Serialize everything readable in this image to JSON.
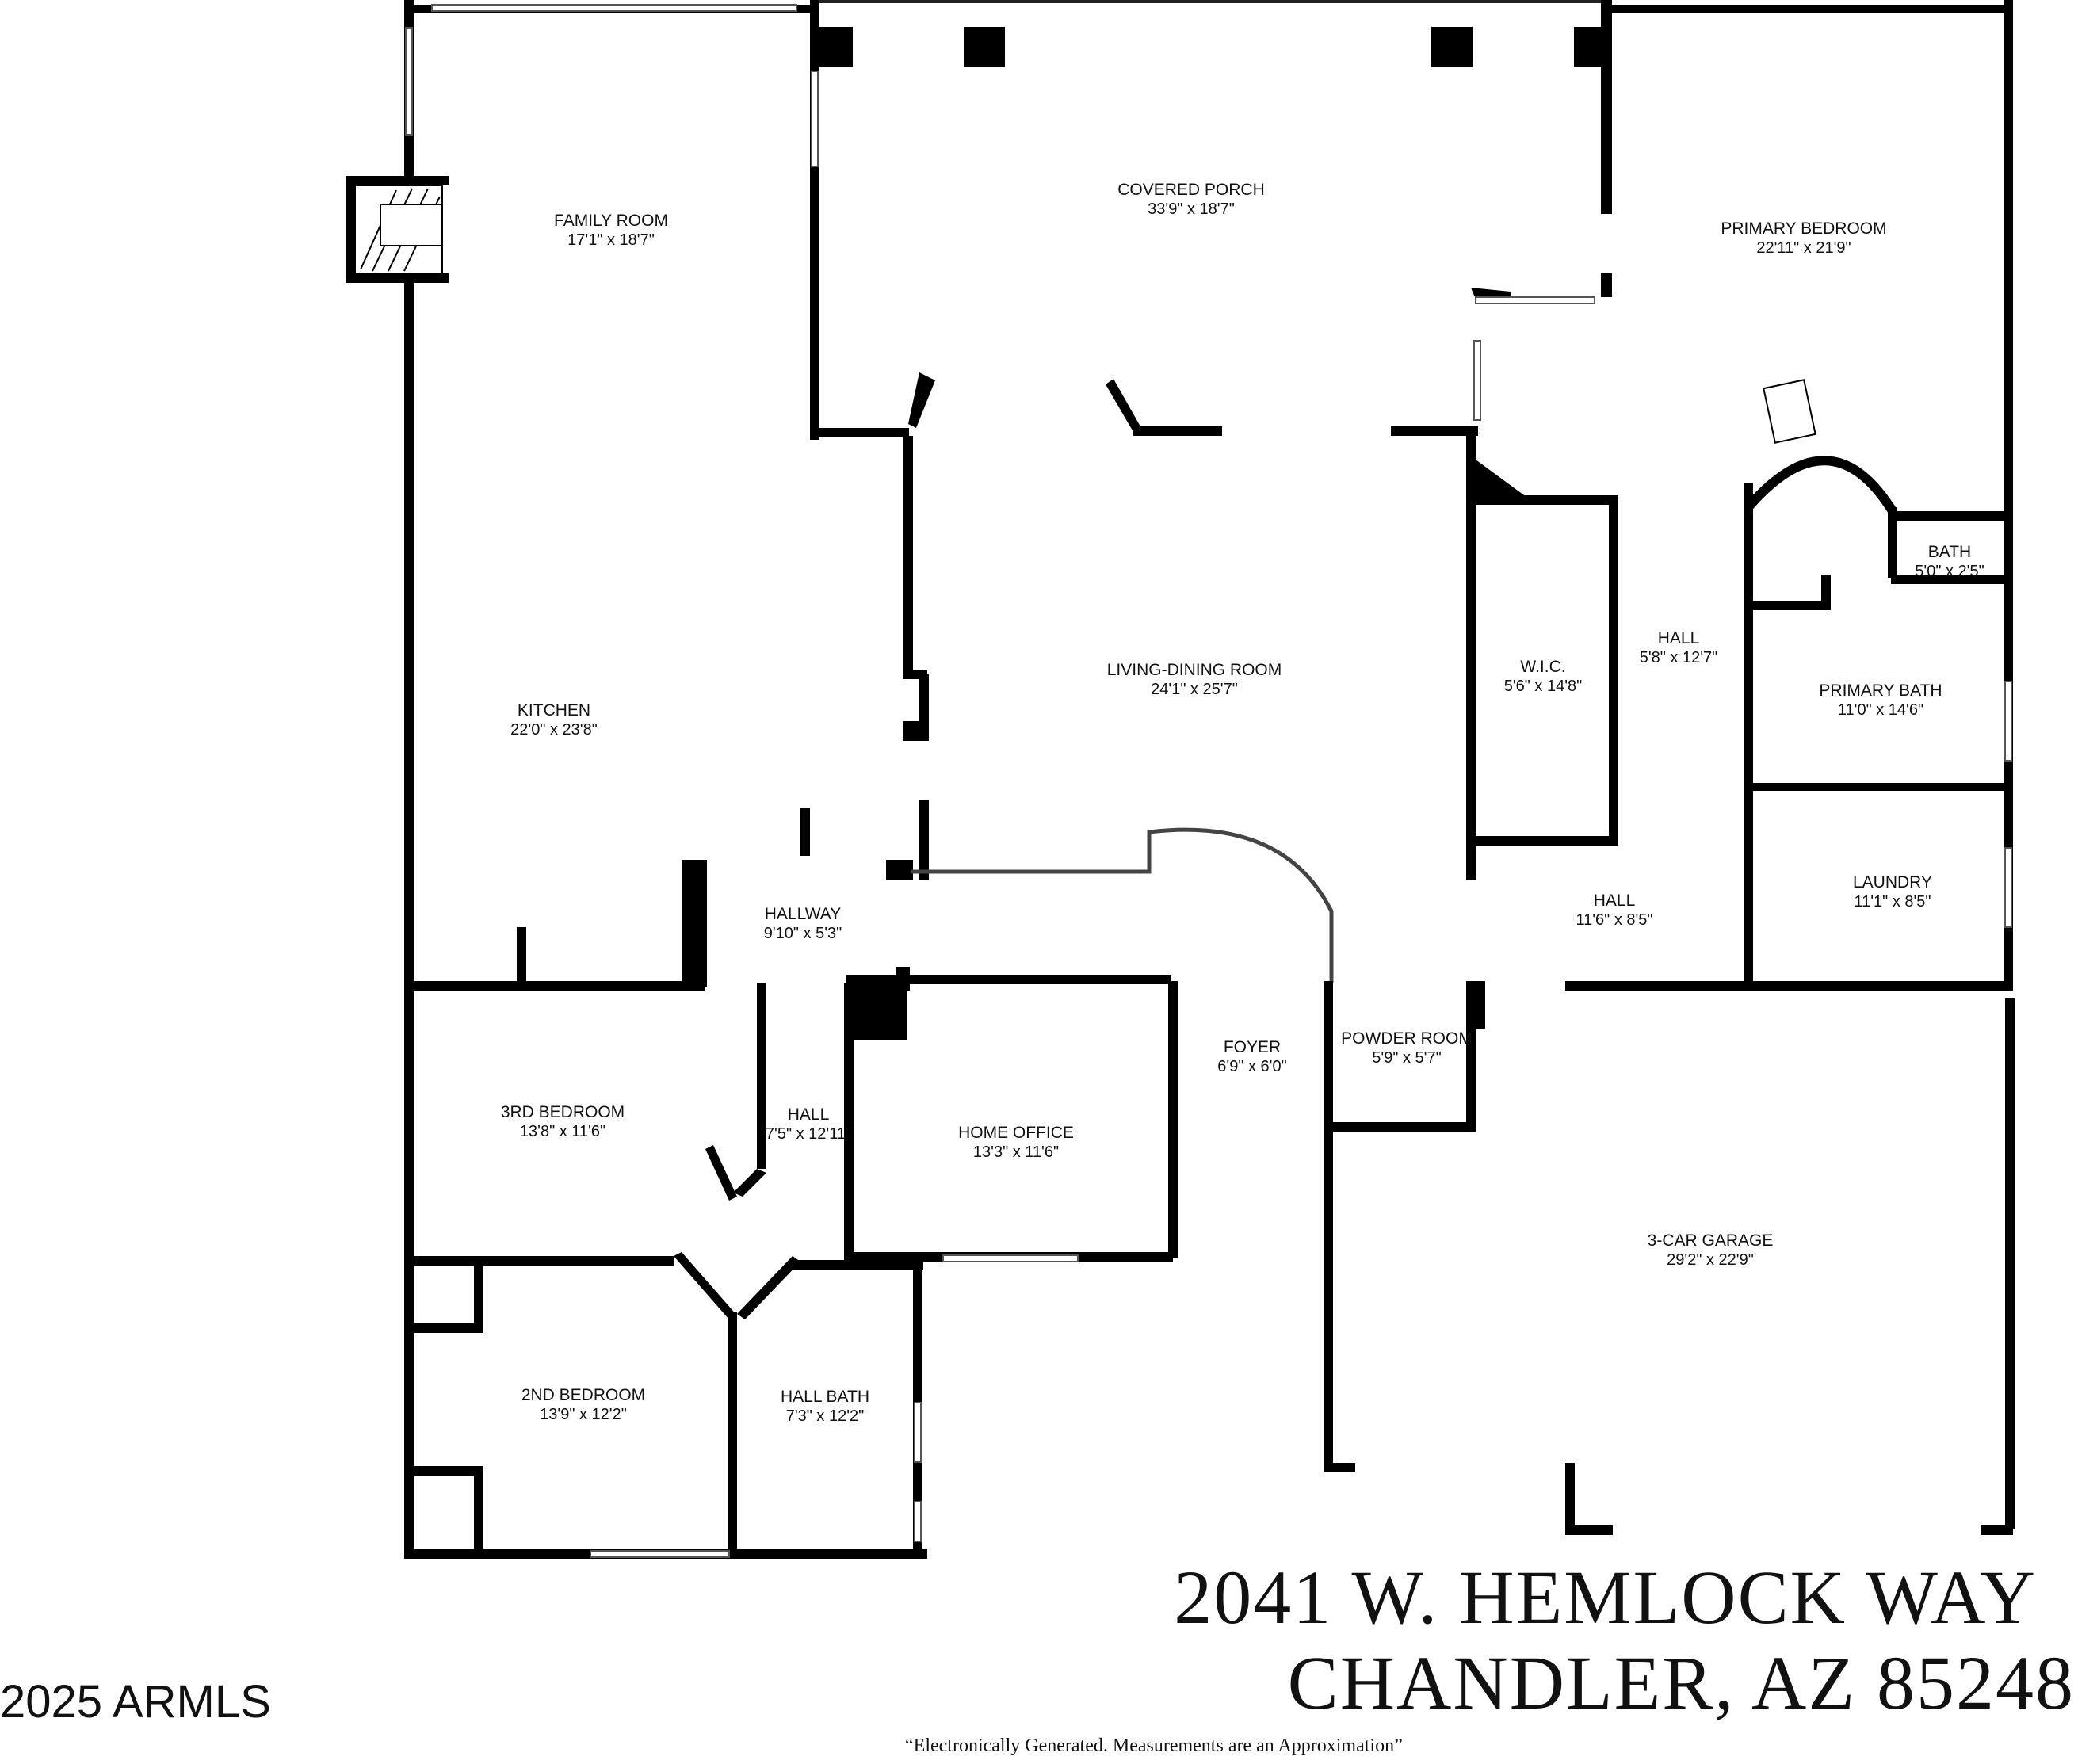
{
  "rooms": {
    "covered_porch": {
      "name": "COVERED PORCH",
      "dim": "33'9\" x 18'7\""
    },
    "family_room": {
      "name": "FAMILY ROOM",
      "dim": "17'1\" x 18'7\""
    },
    "primary_bedroom": {
      "name": "PRIMARY BEDROOM",
      "dim": "22'11\" x 21'9\""
    },
    "bath": {
      "name": "BATH",
      "dim": "5'0\" x 2'5\""
    },
    "living_dining": {
      "name": "LIVING-DINING ROOM",
      "dim": "24'1\" x 25'7\""
    },
    "wic": {
      "name": "W.I.C.",
      "dim": "5'6\" x 14'8\""
    },
    "hall_primary": {
      "name": "HALL",
      "dim": "5'8\" x 12'7\""
    },
    "primary_bath": {
      "name": "PRIMARY BATH",
      "dim": "11'0\" x 14'6\""
    },
    "kitchen": {
      "name": "KITCHEN",
      "dim": "22'0\" x 23'8\""
    },
    "hallway": {
      "name": "HALLWAY",
      "dim": "9'10\" x 5'3\""
    },
    "hall_laundry": {
      "name": "HALL",
      "dim": "11'6\" x 8'5\""
    },
    "laundry": {
      "name": "LAUNDRY",
      "dim": "11'1\" x 8'5\""
    },
    "foyer": {
      "name": "FOYER",
      "dim": "6'9\" x 6'0\""
    },
    "powder_room": {
      "name": "POWDER ROOM",
      "dim": "5'9\" x 5'7\""
    },
    "third_bedroom": {
      "name": "3RD BEDROOM",
      "dim": "13'8\" x 11'6\""
    },
    "hall_bedrooms": {
      "name": "HALL",
      "dim": "7'5\" x 12'11\""
    },
    "home_office": {
      "name": "HOME OFFICE",
      "dim": "13'3\" x 11'6\""
    },
    "garage": {
      "name": "3-CAR GARAGE",
      "dim": "29'2\" x 22'9\""
    },
    "second_bedroom": {
      "name": "2ND BEDROOM",
      "dim": "13'9\" x 12'2\""
    },
    "hall_bath": {
      "name": "HALL BATH",
      "dim": "7'3\" x 12'2\""
    }
  },
  "address": {
    "line1": "2041 W. HEMLOCK WAY",
    "line2": "CHANDLER, AZ 85248"
  },
  "disclaimer": "“Electronically Generated.  Measurements are an Approximation”",
  "copyright": "2025 ARMLS",
  "colors": {
    "wall": "#000000",
    "background": "#ffffff"
  }
}
